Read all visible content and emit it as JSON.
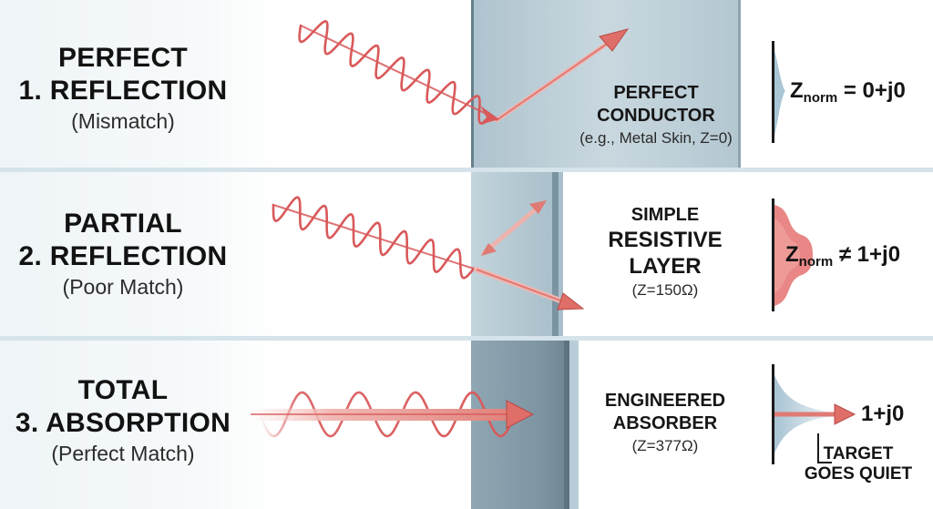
{
  "rows": [
    {
      "title_line1": "PERFECT",
      "title_line2": "1. REFLECTION",
      "subtitle": "(Mismatch)",
      "material_line1": "PERFECT",
      "material_line2": "CONDUCTOR",
      "material_detail": "(e.g., Metal Skin, Z=0)",
      "impedance_symbol": "Z",
      "impedance_subscript": "norm",
      "impedance_relation": "= 0+j0"
    },
    {
      "title_line1": "PARTIAL",
      "title_line2": "2. REFLECTION",
      "subtitle": "(Poor Match)",
      "material_line1": "SIMPLE",
      "material_line2": "RESISTIVE",
      "material_line3": "LAYER",
      "material_detail": "(Z=150Ω)",
      "impedance_symbol": "Z",
      "impedance_subscript": "norm",
      "impedance_relation": "≠ 1+j0"
    },
    {
      "title_line1": "TOTAL",
      "title_line2": "3. ABSORPTION",
      "subtitle": "(Perfect Match)",
      "material_line1": "ENGINEERED",
      "material_line2": "ABSORBER",
      "material_detail": "(Z=377Ω)",
      "impedance_value": "1+j0",
      "target_line1": "TARGET",
      "target_line2": "GOES QUIET"
    }
  ],
  "colors": {
    "wave": "#d9595a",
    "arrow": "#e0807a",
    "panel": "#b7ccd6",
    "panel_dark": "#7f98a6",
    "row_bg": "#eef4f7",
    "separator": "#d5e3ea"
  }
}
